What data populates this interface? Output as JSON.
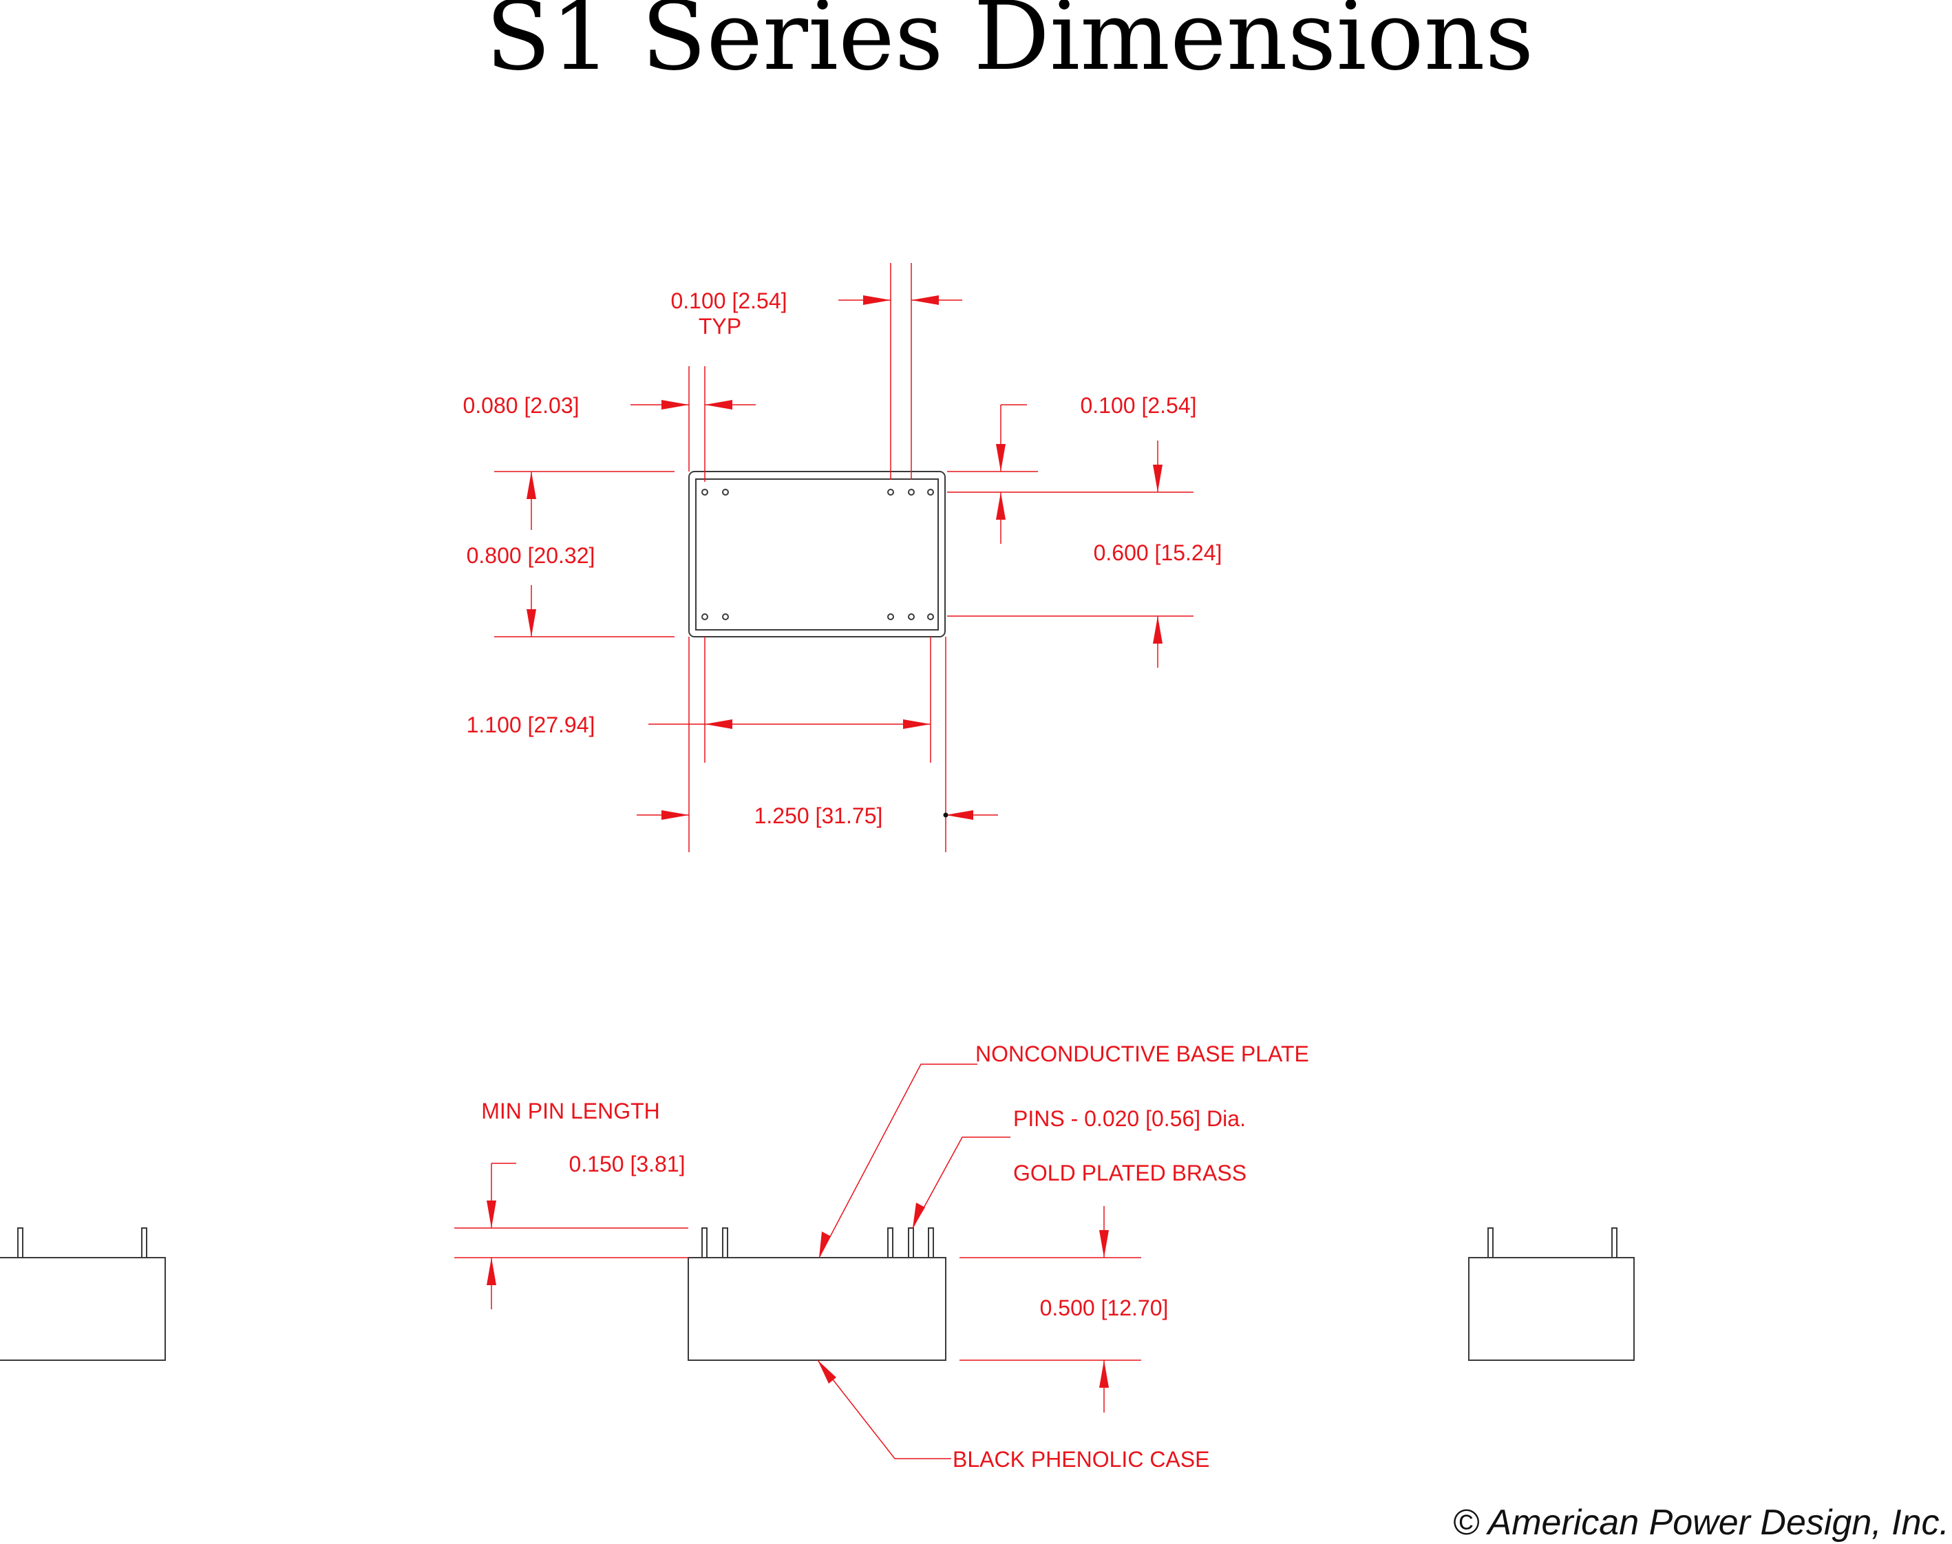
{
  "title": "S1 Series Dimensions",
  "copyright": "© American Power Design, Inc.",
  "colors": {
    "dimension": "#e8141b",
    "outline": "#3a3a3a",
    "background": "#ffffff"
  },
  "top_view": {
    "pin_pitch": "0.100 [2.54]",
    "pin_pitch_note": "TYP",
    "pin_edge_offset": "0.080 [2.03]",
    "pin_row_offset": "0.100 [2.54]",
    "pin_row_height": "0.800 [20.32]",
    "pin_row_spacing": "0.600 [15.24]",
    "pin_span_width": "1.100 [27.94]",
    "case_width": "1.250 [31.75]"
  },
  "side_view": {
    "base_plate_label": "NONCONDUCTIVE BASE PLATE",
    "min_pin_label": "MIN PIN LENGTH",
    "min_pin_value": "0.150 [3.81]",
    "pins_label": "PINS -  0.020 [0.56] Dia.",
    "pins_material": "GOLD PLATED BRASS",
    "case_height": "0.500 [12.70]",
    "case_label": "BLACK PHENOLIC CASE"
  }
}
